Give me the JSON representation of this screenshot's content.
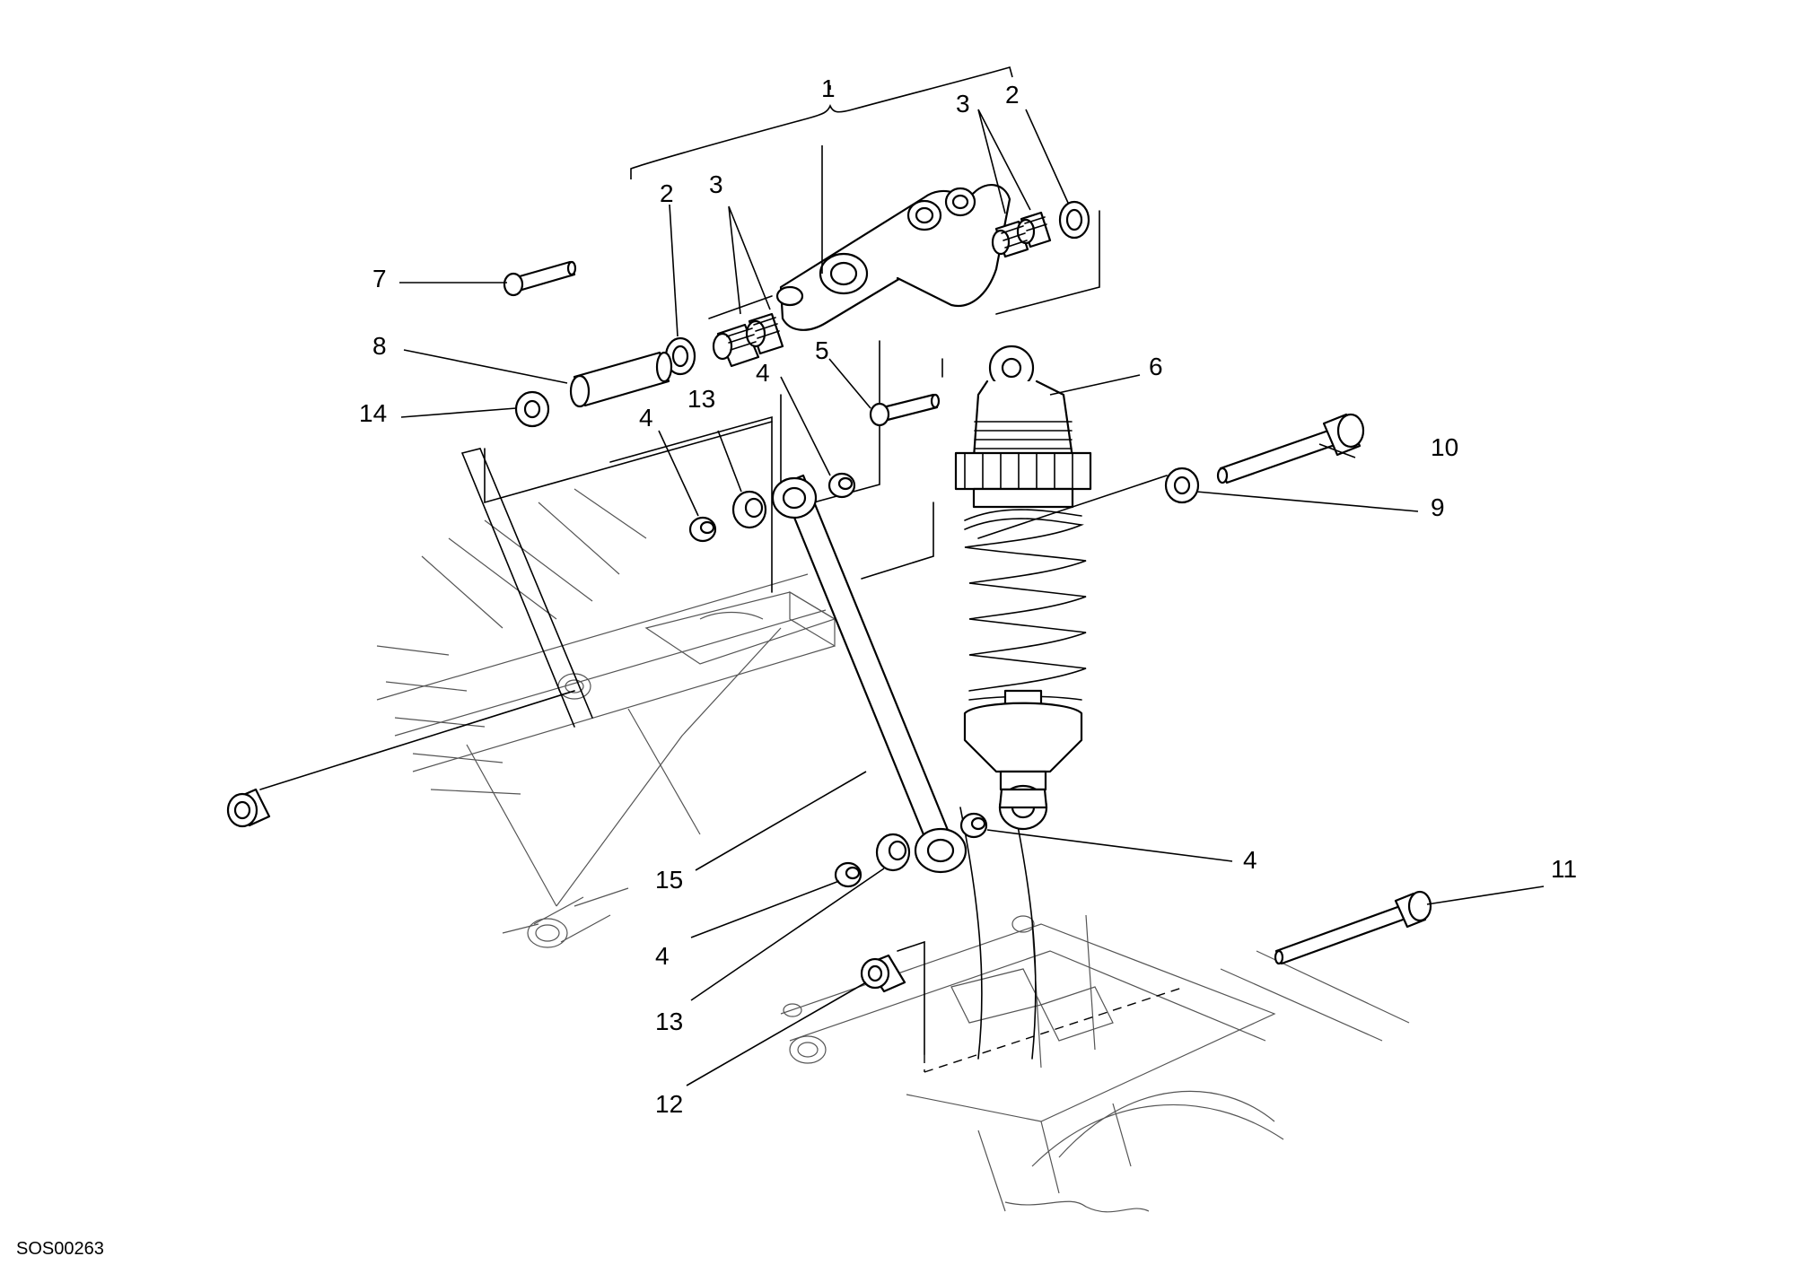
{
  "diagram": {
    "code": "SOS00263",
    "callouts": {
      "c1": "1",
      "c2a": "2",
      "c2b": "2",
      "c3a": "3",
      "c3b": "3",
      "c4a": "4",
      "c4b": "4",
      "c4c": "4",
      "c4d": "4",
      "c5": "5",
      "c6": "6",
      "c7": "7",
      "c8": "8",
      "c9": "9",
      "c10": "10",
      "c11": "11",
      "c12": "12",
      "c13a": "13",
      "c13b": "13",
      "c14": "14",
      "c15": "15"
    }
  }
}
